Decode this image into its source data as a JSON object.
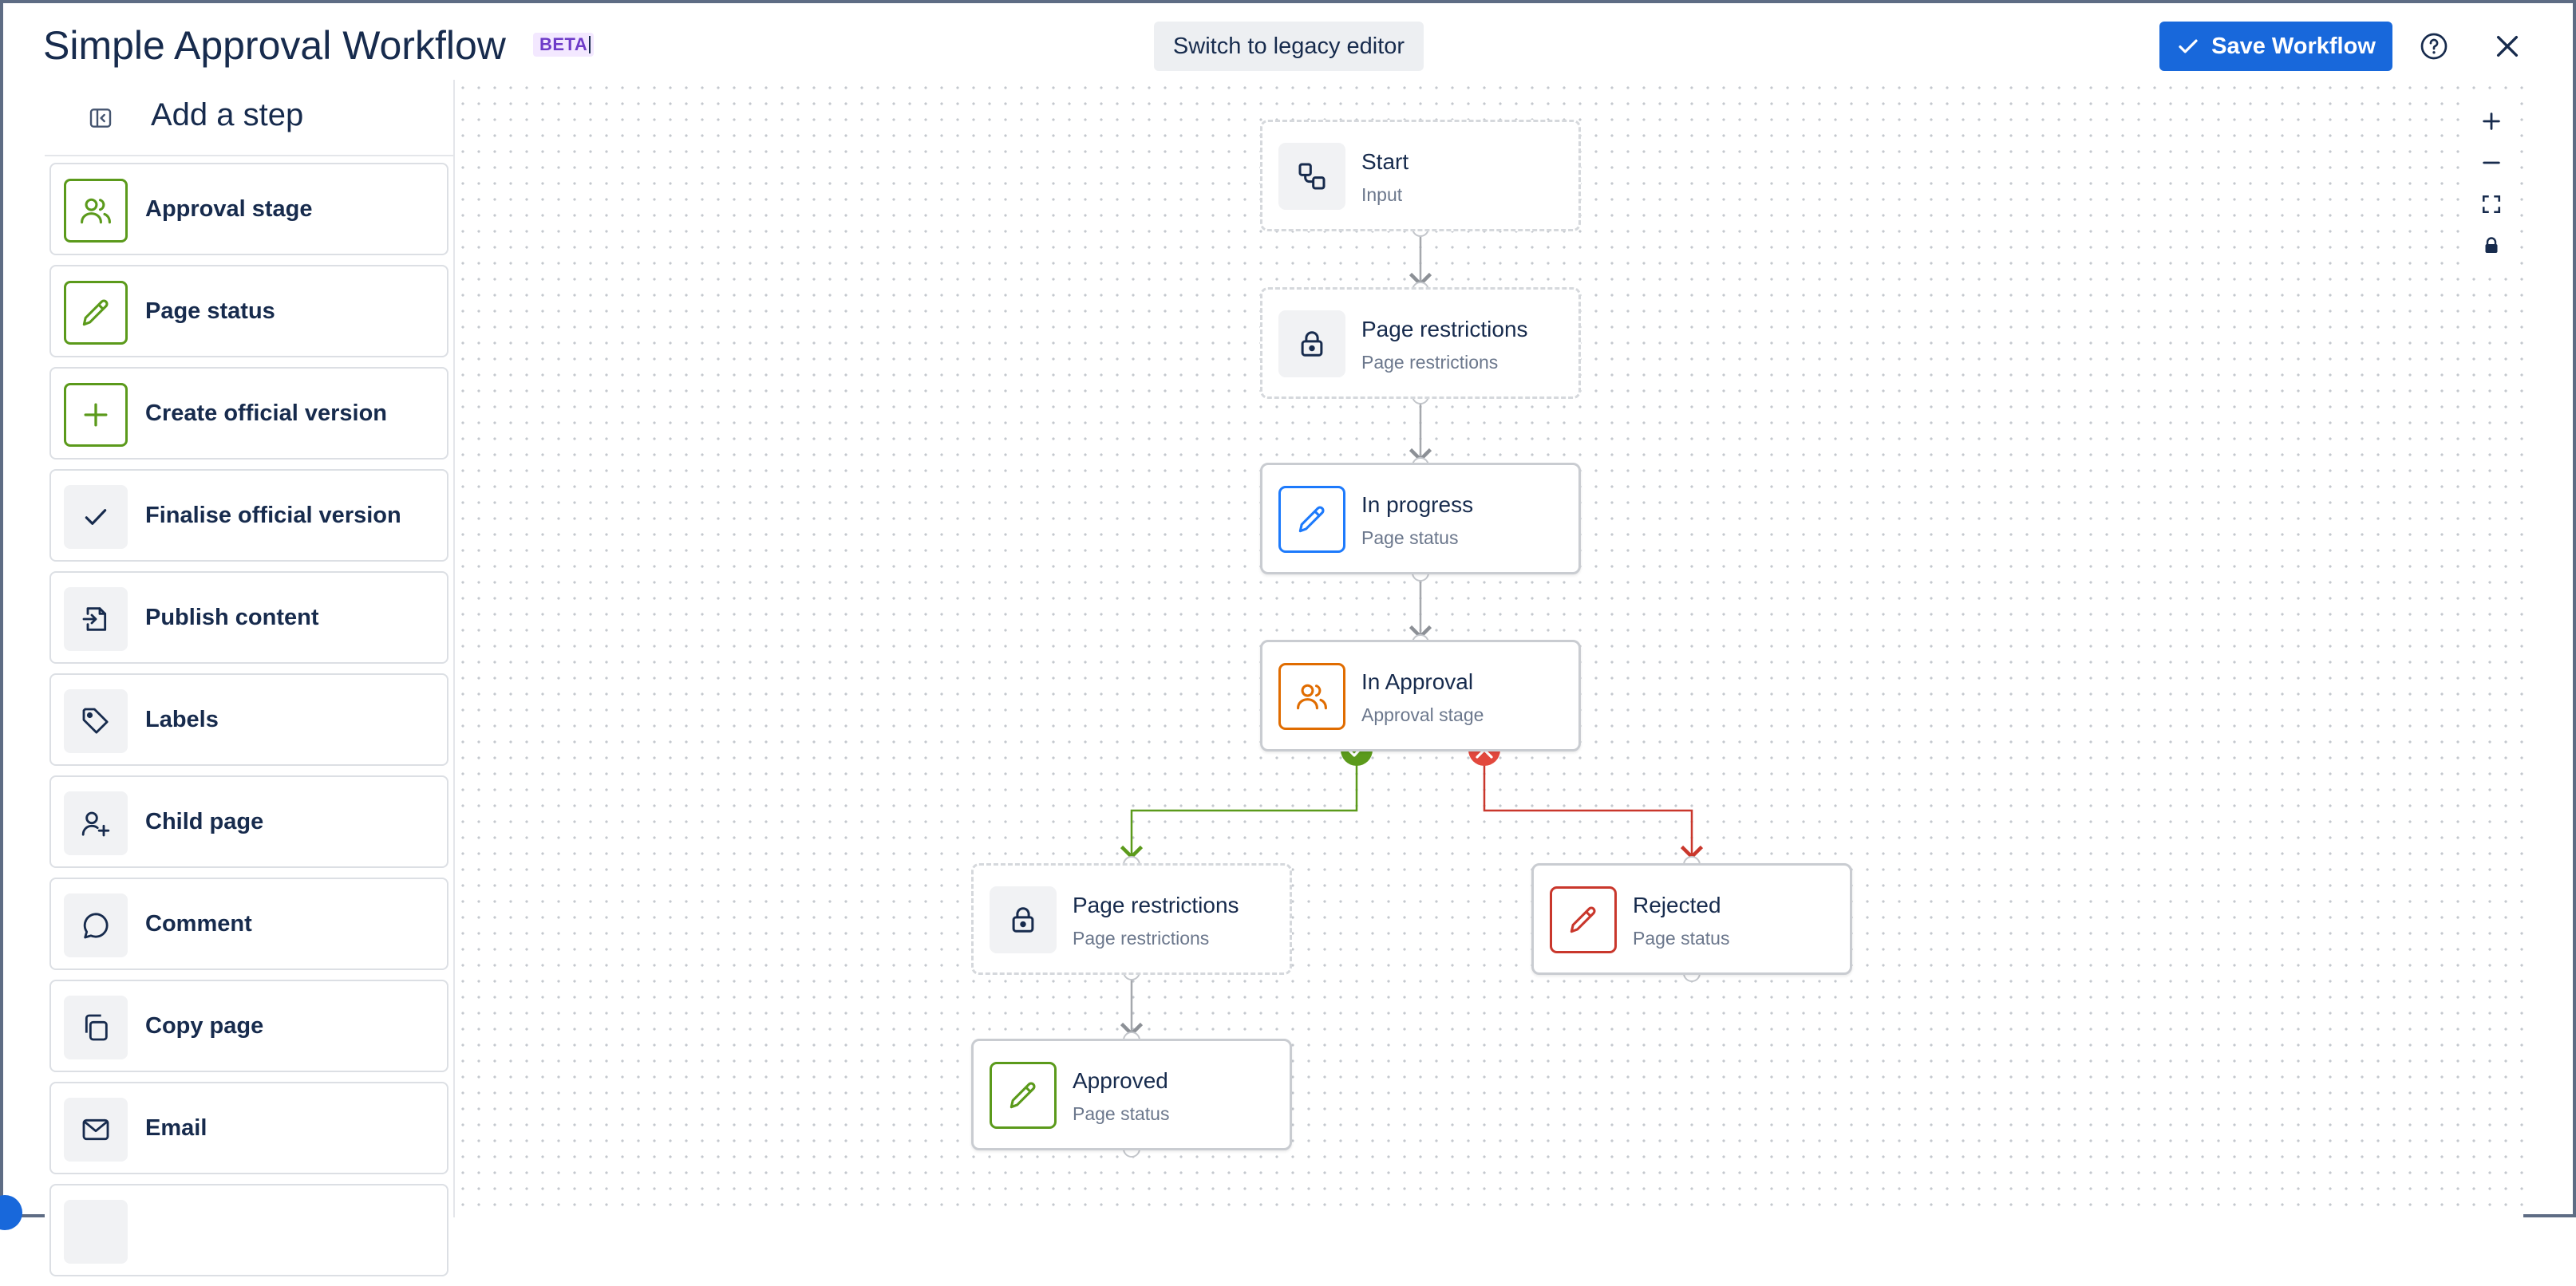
{
  "header": {
    "title": "Simple Approval Workflow",
    "badge": "BETA",
    "legacy_button": "Switch to legacy editor",
    "save_button": "Save Workflow"
  },
  "sidebar": {
    "title": "Add a step",
    "items": [
      {
        "label": "Approval stage",
        "icon": "people-icon",
        "style": "green"
      },
      {
        "label": "Page status",
        "icon": "pencil-icon",
        "style": "green"
      },
      {
        "label": "Create official version",
        "icon": "plus-icon",
        "style": "green"
      },
      {
        "label": "Finalise official version",
        "icon": "check-icon",
        "style": "grey"
      },
      {
        "label": "Publish content",
        "icon": "publish-icon",
        "style": "grey"
      },
      {
        "label": "Labels",
        "icon": "tag-icon",
        "style": "grey"
      },
      {
        "label": "Child page",
        "icon": "person-add-icon",
        "style": "grey"
      },
      {
        "label": "Comment",
        "icon": "comment-icon",
        "style": "grey"
      },
      {
        "label": "Copy page",
        "icon": "copy-icon",
        "style": "grey"
      },
      {
        "label": "Email",
        "icon": "email-icon",
        "style": "grey"
      }
    ]
  },
  "workflow": {
    "nodes": [
      {
        "title": "Start",
        "subtitle": "Input",
        "icon": "start-icon"
      },
      {
        "title": "Page restrictions",
        "subtitle": "Page restrictions",
        "icon": "lock-icon"
      },
      {
        "title": "In progress",
        "subtitle": "Page status",
        "icon": "pencil-icon"
      },
      {
        "title": "In Approval",
        "subtitle": "Approval stage",
        "icon": "people-icon"
      },
      {
        "title": "Page restrictions",
        "subtitle": "Page restrictions",
        "icon": "lock-icon"
      },
      {
        "title": "Rejected",
        "subtitle": "Page status",
        "icon": "pencil-icon"
      },
      {
        "title": "Approved",
        "subtitle": "Page status",
        "icon": "pencil-icon"
      }
    ]
  },
  "colors": {
    "primary": "#1868db",
    "approve": "#5b9a1b",
    "reject": "#e2483d",
    "progress": "#1d7afc",
    "approval": "#e06c00"
  }
}
